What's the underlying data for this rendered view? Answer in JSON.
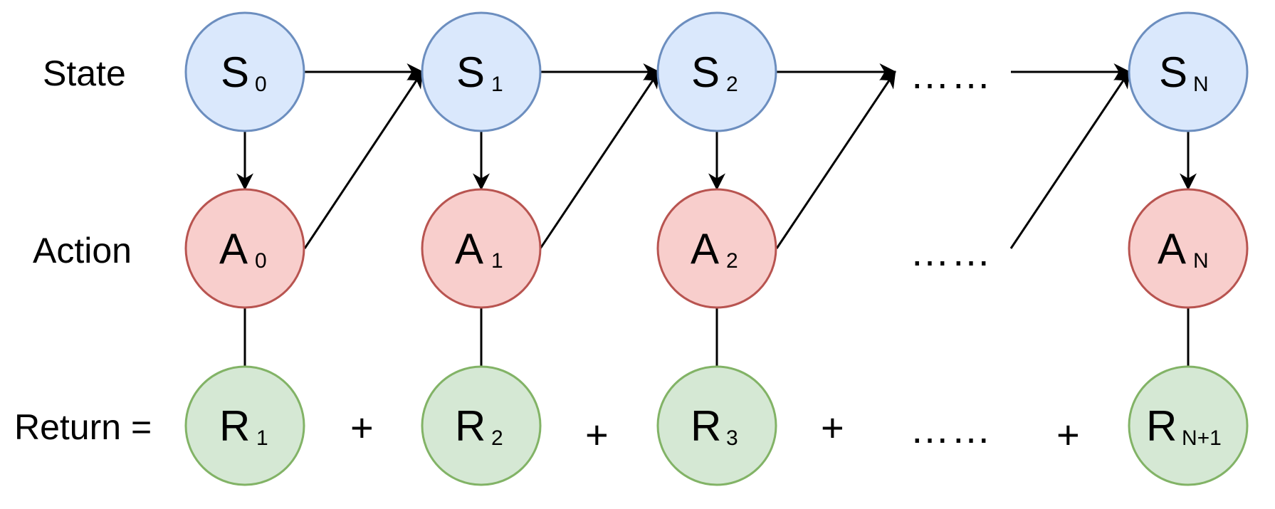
{
  "labels": {
    "state": "State",
    "action": "Action",
    "return": "Return ="
  },
  "ellipsis": "……",
  "plus": "+",
  "colors": {
    "state_fill": "#dae8fc",
    "state_stroke": "#6c8ebf",
    "action_fill": "#f8cecc",
    "action_stroke": "#b85450",
    "return_fill": "#d5e8d4",
    "return_stroke": "#82b366"
  },
  "nodes": {
    "states": [
      {
        "letter": "S",
        "sub": "0"
      },
      {
        "letter": "S",
        "sub": "1"
      },
      {
        "letter": "S",
        "sub": "2"
      },
      {
        "letter": "S",
        "sub": "N"
      }
    ],
    "actions": [
      {
        "letter": "A",
        "sub": "0"
      },
      {
        "letter": "A",
        "sub": "1"
      },
      {
        "letter": "A",
        "sub": "2"
      },
      {
        "letter": "A",
        "sub": "N"
      }
    ],
    "returns": [
      {
        "letter": "R",
        "sub": "1"
      },
      {
        "letter": "R",
        "sub": "2"
      },
      {
        "letter": "R",
        "sub": "3"
      },
      {
        "letter": "R",
        "sub": "N+1"
      }
    ]
  }
}
